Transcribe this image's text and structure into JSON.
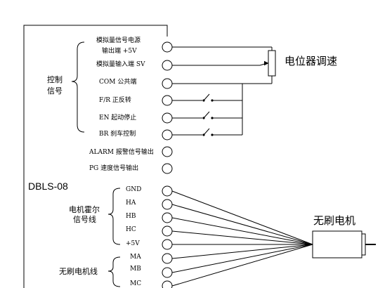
{
  "model": "DBLS-08",
  "groups": {
    "control": [
      "控制",
      "信号"
    ],
    "hall": [
      "电机霍尔",
      "信号线"
    ],
    "motor": "无刷电机线"
  },
  "terminals": {
    "analog_power_1": "模拟量信号电源",
    "analog_power_2": "输出端 +5V",
    "analog_input": "模拟量输入端 SV",
    "com": "COM 公共端",
    "fr": "F/R 正反转",
    "en": "EN  起动停止",
    "br": "BR  刹车控制",
    "alarm": "ALARM 报警信号输出",
    "pg": "PG  速度信号输出",
    "gnd": "GND",
    "ha": "HA",
    "hb": "HB",
    "hc": "HC",
    "v5": "+5V",
    "ma": "MA",
    "mb": "MB",
    "mc": "MC"
  },
  "external": {
    "potentiometer": "电位器调速",
    "motor": "无刷电机"
  }
}
